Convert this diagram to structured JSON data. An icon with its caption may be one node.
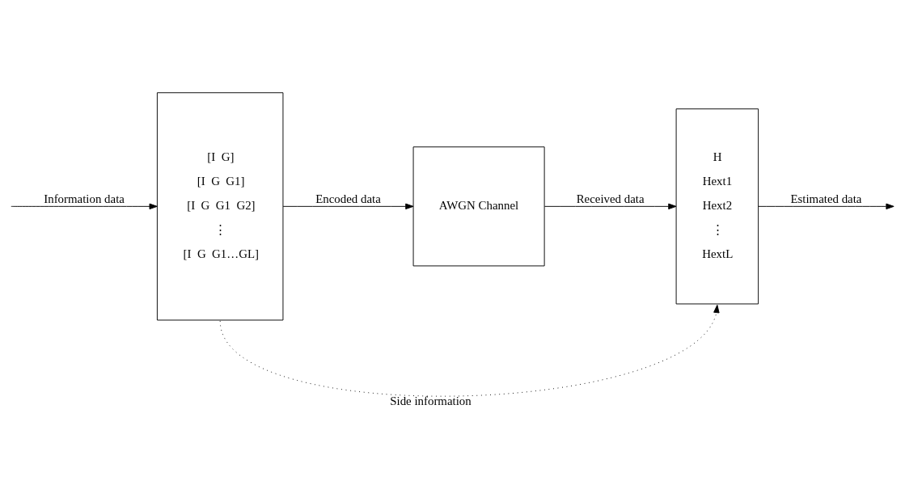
{
  "diagram": {
    "nodes": [
      {
        "text": [
          "[I  G]",
          "[I  G  G1]",
          "[I  G  G1  G2]",
          "⋮",
          "[I  G  G1…GL]"
        ]
      },
      {
        "text": [
          "AWGN Channel"
        ]
      },
      {
        "text": [
          "H",
          "Hext1",
          "Hext2",
          "⋮",
          "HextL"
        ]
      }
    ],
    "edges": [
      {
        "from": null,
        "to": 0,
        "arrow": "to",
        "label": "Information data"
      },
      {
        "from": 0,
        "to": 1,
        "arrow": "to",
        "label": "Encoded data"
      },
      {
        "from": 1,
        "to": 2,
        "arrow": "to",
        "label": "Received data"
      },
      {
        "from": 2,
        "to": null,
        "arrow": "to",
        "label": "Estimated data"
      },
      {
        "from": 0,
        "to": 2,
        "arrow": "to",
        "label": "Side information",
        "style": "dashed"
      }
    ]
  }
}
